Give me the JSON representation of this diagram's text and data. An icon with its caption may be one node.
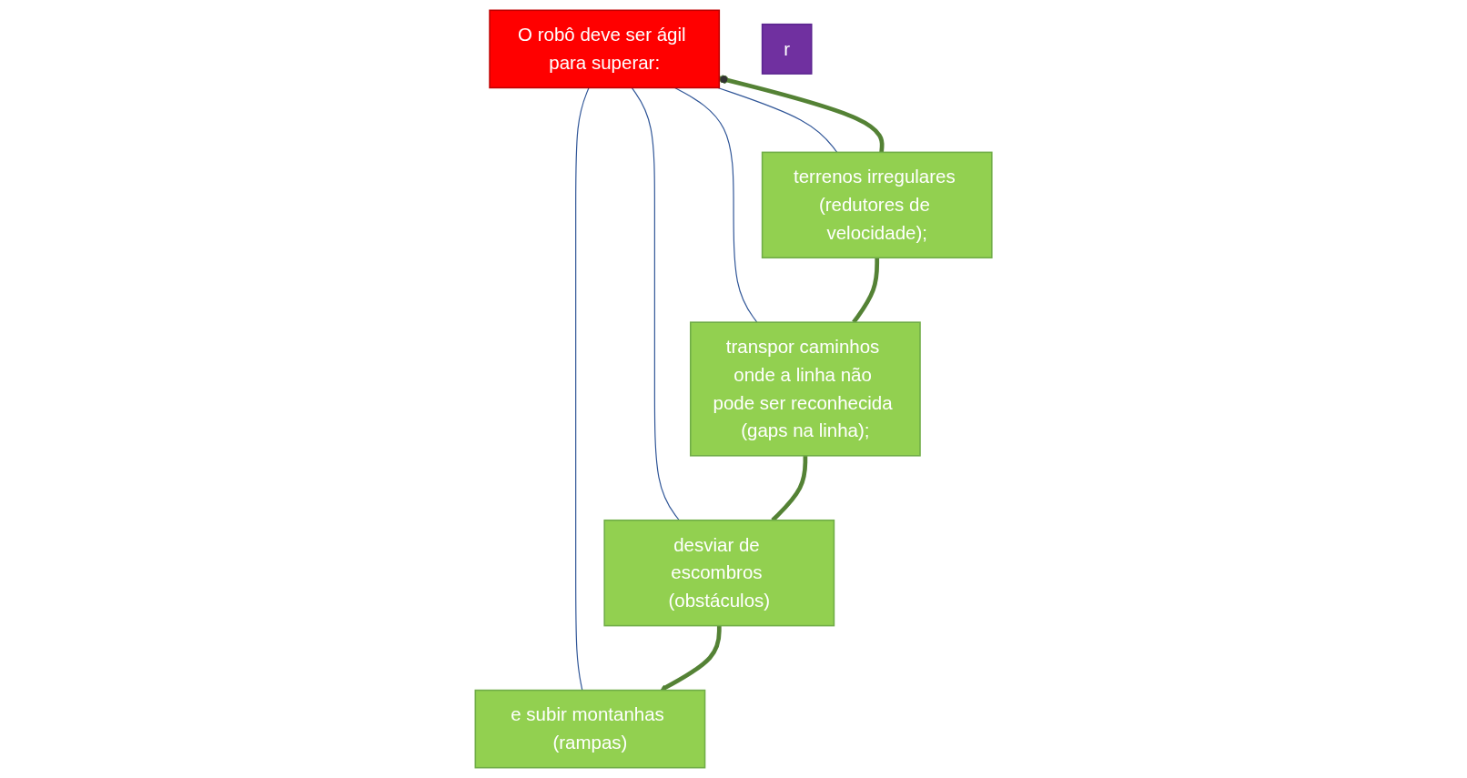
{
  "diagram": {
    "nodes": [
      {
        "text": [
          "O robô deve ser ágil para superar:"
        ]
      },
      {
        "text": [
          "terrenos irregulares (redutores de velocidade);"
        ]
      },
      {
        "text": [
          "transpor caminhos onde a linha não pode ser reconhecida (gaps na linha);"
        ]
      },
      {
        "text": [
          "desviar de escombros (obstáculos)"
        ]
      },
      {
        "text": [
          "e subir montanhas (rampas)"
        ]
      },
      {
        "text": [
          "r"
        ]
      }
    ],
    "edges": [
      {
        "from": 0,
        "to": 1,
        "arrow": "none"
      },
      {
        "from": 0,
        "to": 2,
        "arrow": "none"
      },
      {
        "from": 0,
        "to": 3,
        "arrow": "none"
      },
      {
        "from": 0,
        "to": 4,
        "arrow": "none"
      },
      {
        "from": 0,
        "to": 1,
        "arrow": "other",
        "style": "thick",
        "color": "#548235"
      },
      {
        "from": 1,
        "to": 2,
        "arrow": "none",
        "style": "thick",
        "color": "#548235"
      },
      {
        "from": 2,
        "to": 3,
        "arrow": "none",
        "style": "thick",
        "color": "#548235"
      },
      {
        "from": 3,
        "to": 4,
        "arrow": "to",
        "style": "thick",
        "color": "#548235"
      }
    ]
  }
}
